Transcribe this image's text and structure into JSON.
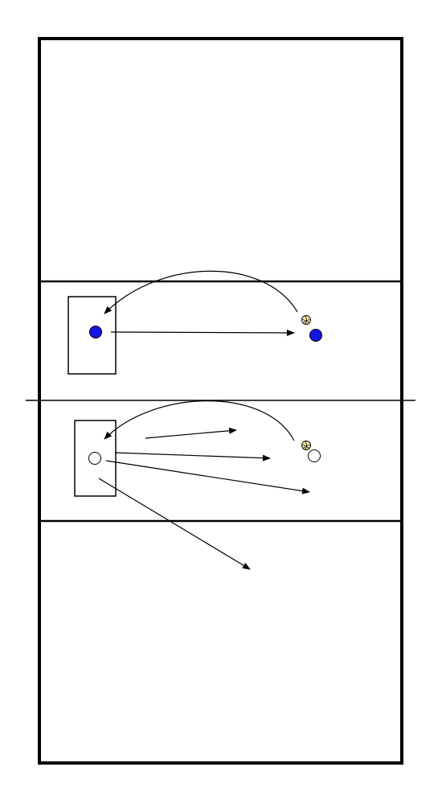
{
  "diagram": {
    "type": "volleyball-court-drill",
    "court": {
      "line_color": "#000000",
      "background": "#ffffff"
    },
    "players": [
      {
        "id": "blue-setter",
        "team": "blue",
        "fill": "#1515e6"
      },
      {
        "id": "blue-tosser",
        "team": "blue",
        "fill": "#1515e6"
      },
      {
        "id": "white-setter",
        "team": "white",
        "fill": "#ffffff"
      },
      {
        "id": "white-tosser",
        "team": "white",
        "fill": "#ffffff"
      }
    ],
    "balls": [
      {
        "id": "ball-top",
        "fill": "#f3e6a2"
      },
      {
        "id": "ball-bottom",
        "fill": "#f3e6a2"
      }
    ],
    "icons": {
      "player": "circle-icon",
      "ball": "volleyball-icon",
      "arrow": "arrow-icon",
      "target_zone": "rectangle-zone"
    }
  }
}
